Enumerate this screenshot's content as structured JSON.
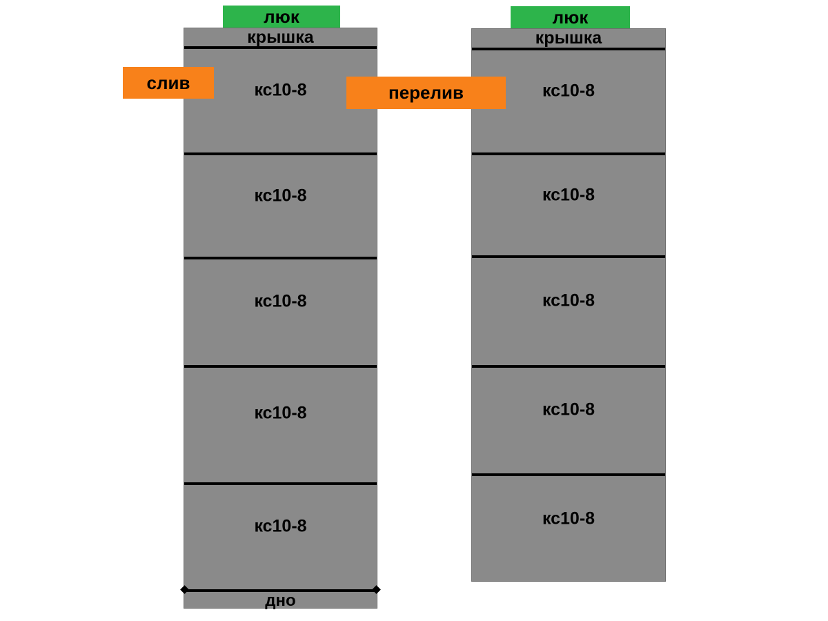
{
  "diagram": {
    "description": "Two-chamber septic tank scheme built from concrete rings",
    "colors": {
      "ring_gray": "#8a8a8a",
      "hatch_green": "#2db44b",
      "pipe_orange": "#f8811a",
      "line_black": "#000000",
      "edge_gray": "#6f6f6f"
    },
    "labels": {
      "hatch": "люк",
      "cover": "крышка",
      "ring": "кс10-8",
      "bottom": "дно",
      "drain": "слив",
      "overflow": "перелив"
    },
    "tanks": [
      {
        "name": "left-tank",
        "cover": "крышка",
        "rings": [
          "кс10-8",
          "кс10-8",
          "кс10-8",
          "кс10-8",
          "кс10-8"
        ],
        "bottom": "дно"
      },
      {
        "name": "right-tank",
        "cover": "крышка",
        "rings": [
          "кс10-8",
          "кс10-8",
          "кс10-8",
          "кс10-8",
          "кс10-8"
        ]
      }
    ]
  }
}
